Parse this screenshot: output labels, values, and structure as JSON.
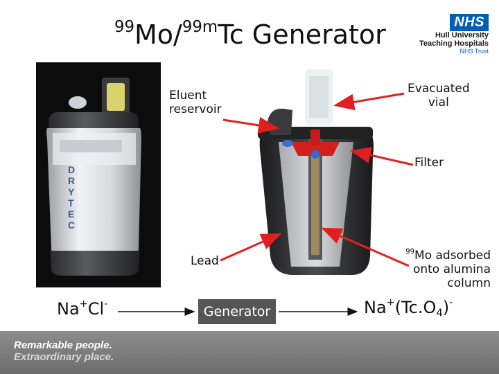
{
  "title": {
    "sup1": "99",
    "mo": "Mo/",
    "sup2": "99m",
    "rest": "Tc Generator"
  },
  "logo": {
    "badge": "NHS",
    "line1": "Hull University",
    "line2": "Teaching Hospitals",
    "line3": "NHS Trust",
    "badge_color": "#005eb8"
  },
  "photo_left": {
    "lettering": [
      "D",
      "R",
      "Y",
      "T",
      "E",
      "C"
    ]
  },
  "labels": {
    "eluent_l1": "Eluent",
    "eluent_l2": "reservoir",
    "evac_l1": "Evacuated",
    "evac_l2": "vial",
    "filter": "Filter",
    "lead": "Lead",
    "mo_sup": "99",
    "mo_l1": "Mo adsorbed",
    "mo_l2": "onto alumina",
    "mo_l3": "column"
  },
  "flow": {
    "input_base": "Na",
    "input_sup1": "+",
    "input_mid": "Cl",
    "input_sup2": "-",
    "box": "Generator",
    "output_base": "Na",
    "output_sup1": "+",
    "output_mid": "(Tc.O",
    "output_sub": "4",
    "output_end": ")",
    "output_sup2": "-"
  },
  "footer": {
    "line1": "Remarkable people.",
    "line2": "Extraordinary place."
  },
  "colors": {
    "arrow": "#e02020",
    "flow_arrow": "#111111",
    "footer": "#777777"
  }
}
